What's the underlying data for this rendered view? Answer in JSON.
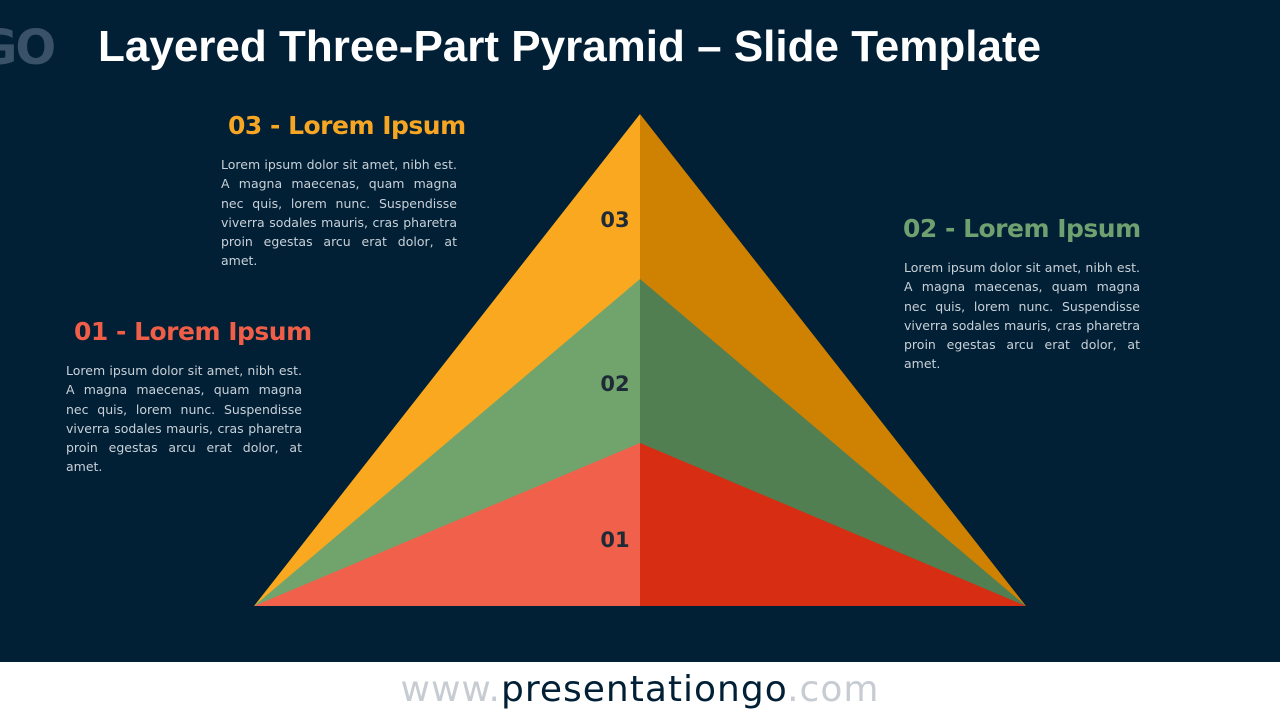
{
  "slide": {
    "title": "Layered Three-Part Pyramid – Slide Template",
    "logo_fragment": "GO"
  },
  "sections": {
    "s03": {
      "number": "03",
      "heading": "03 - Lorem Ipsum",
      "body": "Lorem ipsum dolor sit amet, nibh est. A magna maecenas, quam magna nec quis, lorem nunc. Suspendisse viverra sodales mauris, cras pharetra proin egestas arcu erat dolor, at amet."
    },
    "s02": {
      "number": "02",
      "heading": "02 - Lorem Ipsum",
      "body": "Lorem ipsum dolor sit amet, nibh est. A magna maecenas, quam magna nec quis, lorem nunc. Suspendisse viverra sodales mauris, cras pharetra proin egestas arcu erat dolor, at amet."
    },
    "s01": {
      "number": "01",
      "heading": "01 - Lorem Ipsum",
      "body": "Lorem ipsum dolor sit amet, nibh est. A magna maecenas, quam magna nec quis, lorem nunc. Suspendisse viverra sodales mauris, cras pharetra proin egestas arcu erat dolor, at amet."
    }
  },
  "colors": {
    "background": "#011f35",
    "layer03_light": "#f9a81f",
    "layer03_dark": "#cf8202",
    "layer02_light": "#71a46c",
    "layer02_dark": "#517f51",
    "layer01_light": "#f0604a",
    "layer01_dark": "#d72d12"
  },
  "footer": {
    "prefix": "www.",
    "brand": "presentationgo",
    "suffix": ".com"
  }
}
